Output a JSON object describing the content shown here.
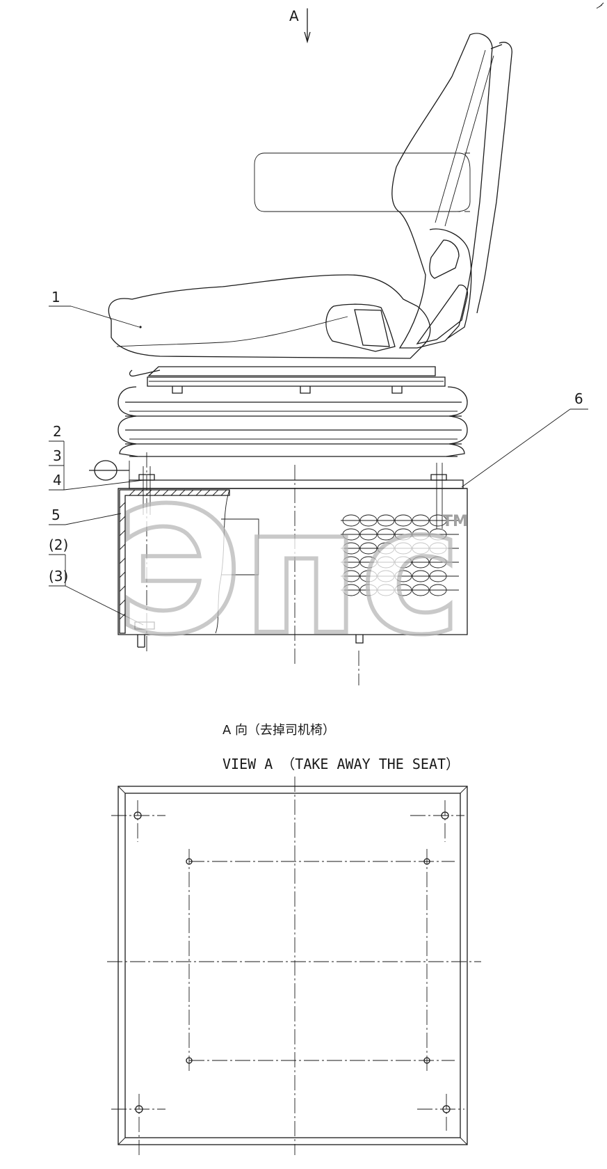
{
  "view_marker": {
    "letter": "A"
  },
  "part_labels": [
    {
      "id": "1",
      "text": "1"
    },
    {
      "id": "2",
      "text": "2"
    },
    {
      "id": "3",
      "text": "3"
    },
    {
      "id": "4",
      "text": "4"
    },
    {
      "id": "5",
      "text": "5"
    },
    {
      "id": "6",
      "text": "6"
    },
    {
      "id": "2b",
      "text": "(2)"
    },
    {
      "id": "3b",
      "text": "(3)"
    }
  ],
  "view_caption": {
    "cn": "A 向（去掉司机椅）",
    "en": "VIEW A （TAKE AWAY THE SEAT）"
  },
  "watermark": {
    "text": "Эпс",
    "tm": "TM"
  }
}
